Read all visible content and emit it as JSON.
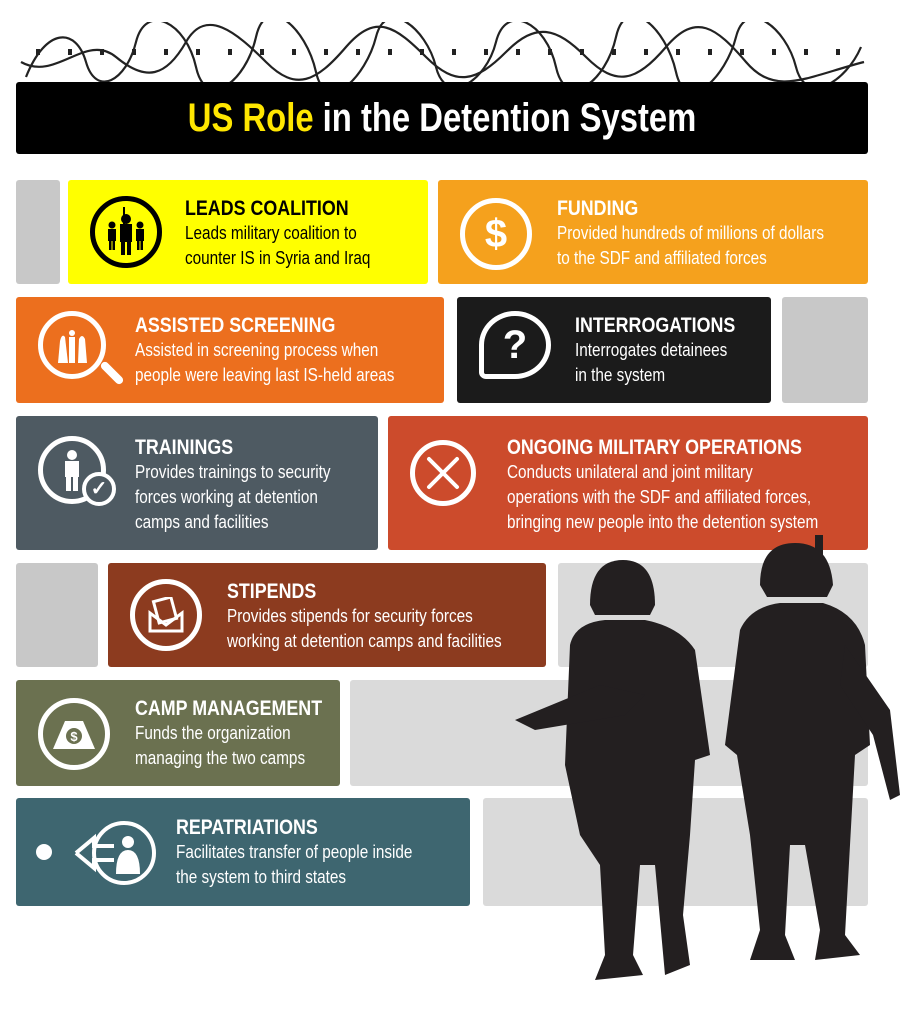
{
  "title": {
    "highlight": "US Role",
    "rest": " in the Detention System"
  },
  "colors": {
    "yellow": "#ffff00",
    "funding": "#f5a11d",
    "screening": "#ec6f1e",
    "interrogations": "#1b1b1b",
    "trainings": "#4e5a62",
    "operations": "#cc4b2c",
    "stipends": "#8c3b1f",
    "camp": "#6b7150",
    "repatriations": "#3e6670"
  },
  "cards": [
    {
      "id": "leads-coalition",
      "icon": "soldiers-icon",
      "heading": "LEADS COALITION",
      "lines": [
        "Leads military coalition to",
        "counter IS in Syria and Iraq"
      ]
    },
    {
      "id": "funding",
      "icon": "dollar-icon",
      "heading": "FUNDING",
      "lines": [
        "Provided hundreds of millions of dollars",
        "to the SDF and affiliated forces"
      ]
    },
    {
      "id": "assisted-screening",
      "icon": "magnifier-people-icon",
      "heading": "ASSISTED SCREENING",
      "lines": [
        "Assisted in screening process when",
        "people were leaving last IS-held areas"
      ]
    },
    {
      "id": "interrogations",
      "icon": "question-bubble-icon",
      "heading": "INTERROGATIONS",
      "lines": [
        "Interrogates detainees",
        "in the system"
      ]
    },
    {
      "id": "trainings",
      "icon": "trainee-check-icon",
      "heading": "TRAININGS",
      "lines": [
        "Provides trainings to security",
        "forces working at detention",
        "camps and facilities"
      ]
    },
    {
      "id": "ongoing-military-operations",
      "icon": "crossed-rifles-icon",
      "heading": "ONGOING MILITARY OPERATIONS",
      "lines": [
        "Conducts unilateral and joint military",
        "operations with the SDF and affiliated forces,",
        "bringing new people into the detention system"
      ]
    },
    {
      "id": "stipends",
      "icon": "money-envelope-icon",
      "heading": "STIPENDS",
      "lines": [
        "Provides stipends for security forces",
        "working at detention camps and facilities"
      ]
    },
    {
      "id": "camp-management",
      "icon": "tent-dollar-icon",
      "heading": "CAMP MANAGEMENT",
      "lines": [
        "Funds the organization",
        "managing the two camps"
      ]
    },
    {
      "id": "repatriations",
      "icon": "transfer-arrow-icon",
      "heading": "REPATRIATIONS",
      "lines": [
        "Facilitates transfer of people inside",
        "the system to third states"
      ]
    }
  ]
}
